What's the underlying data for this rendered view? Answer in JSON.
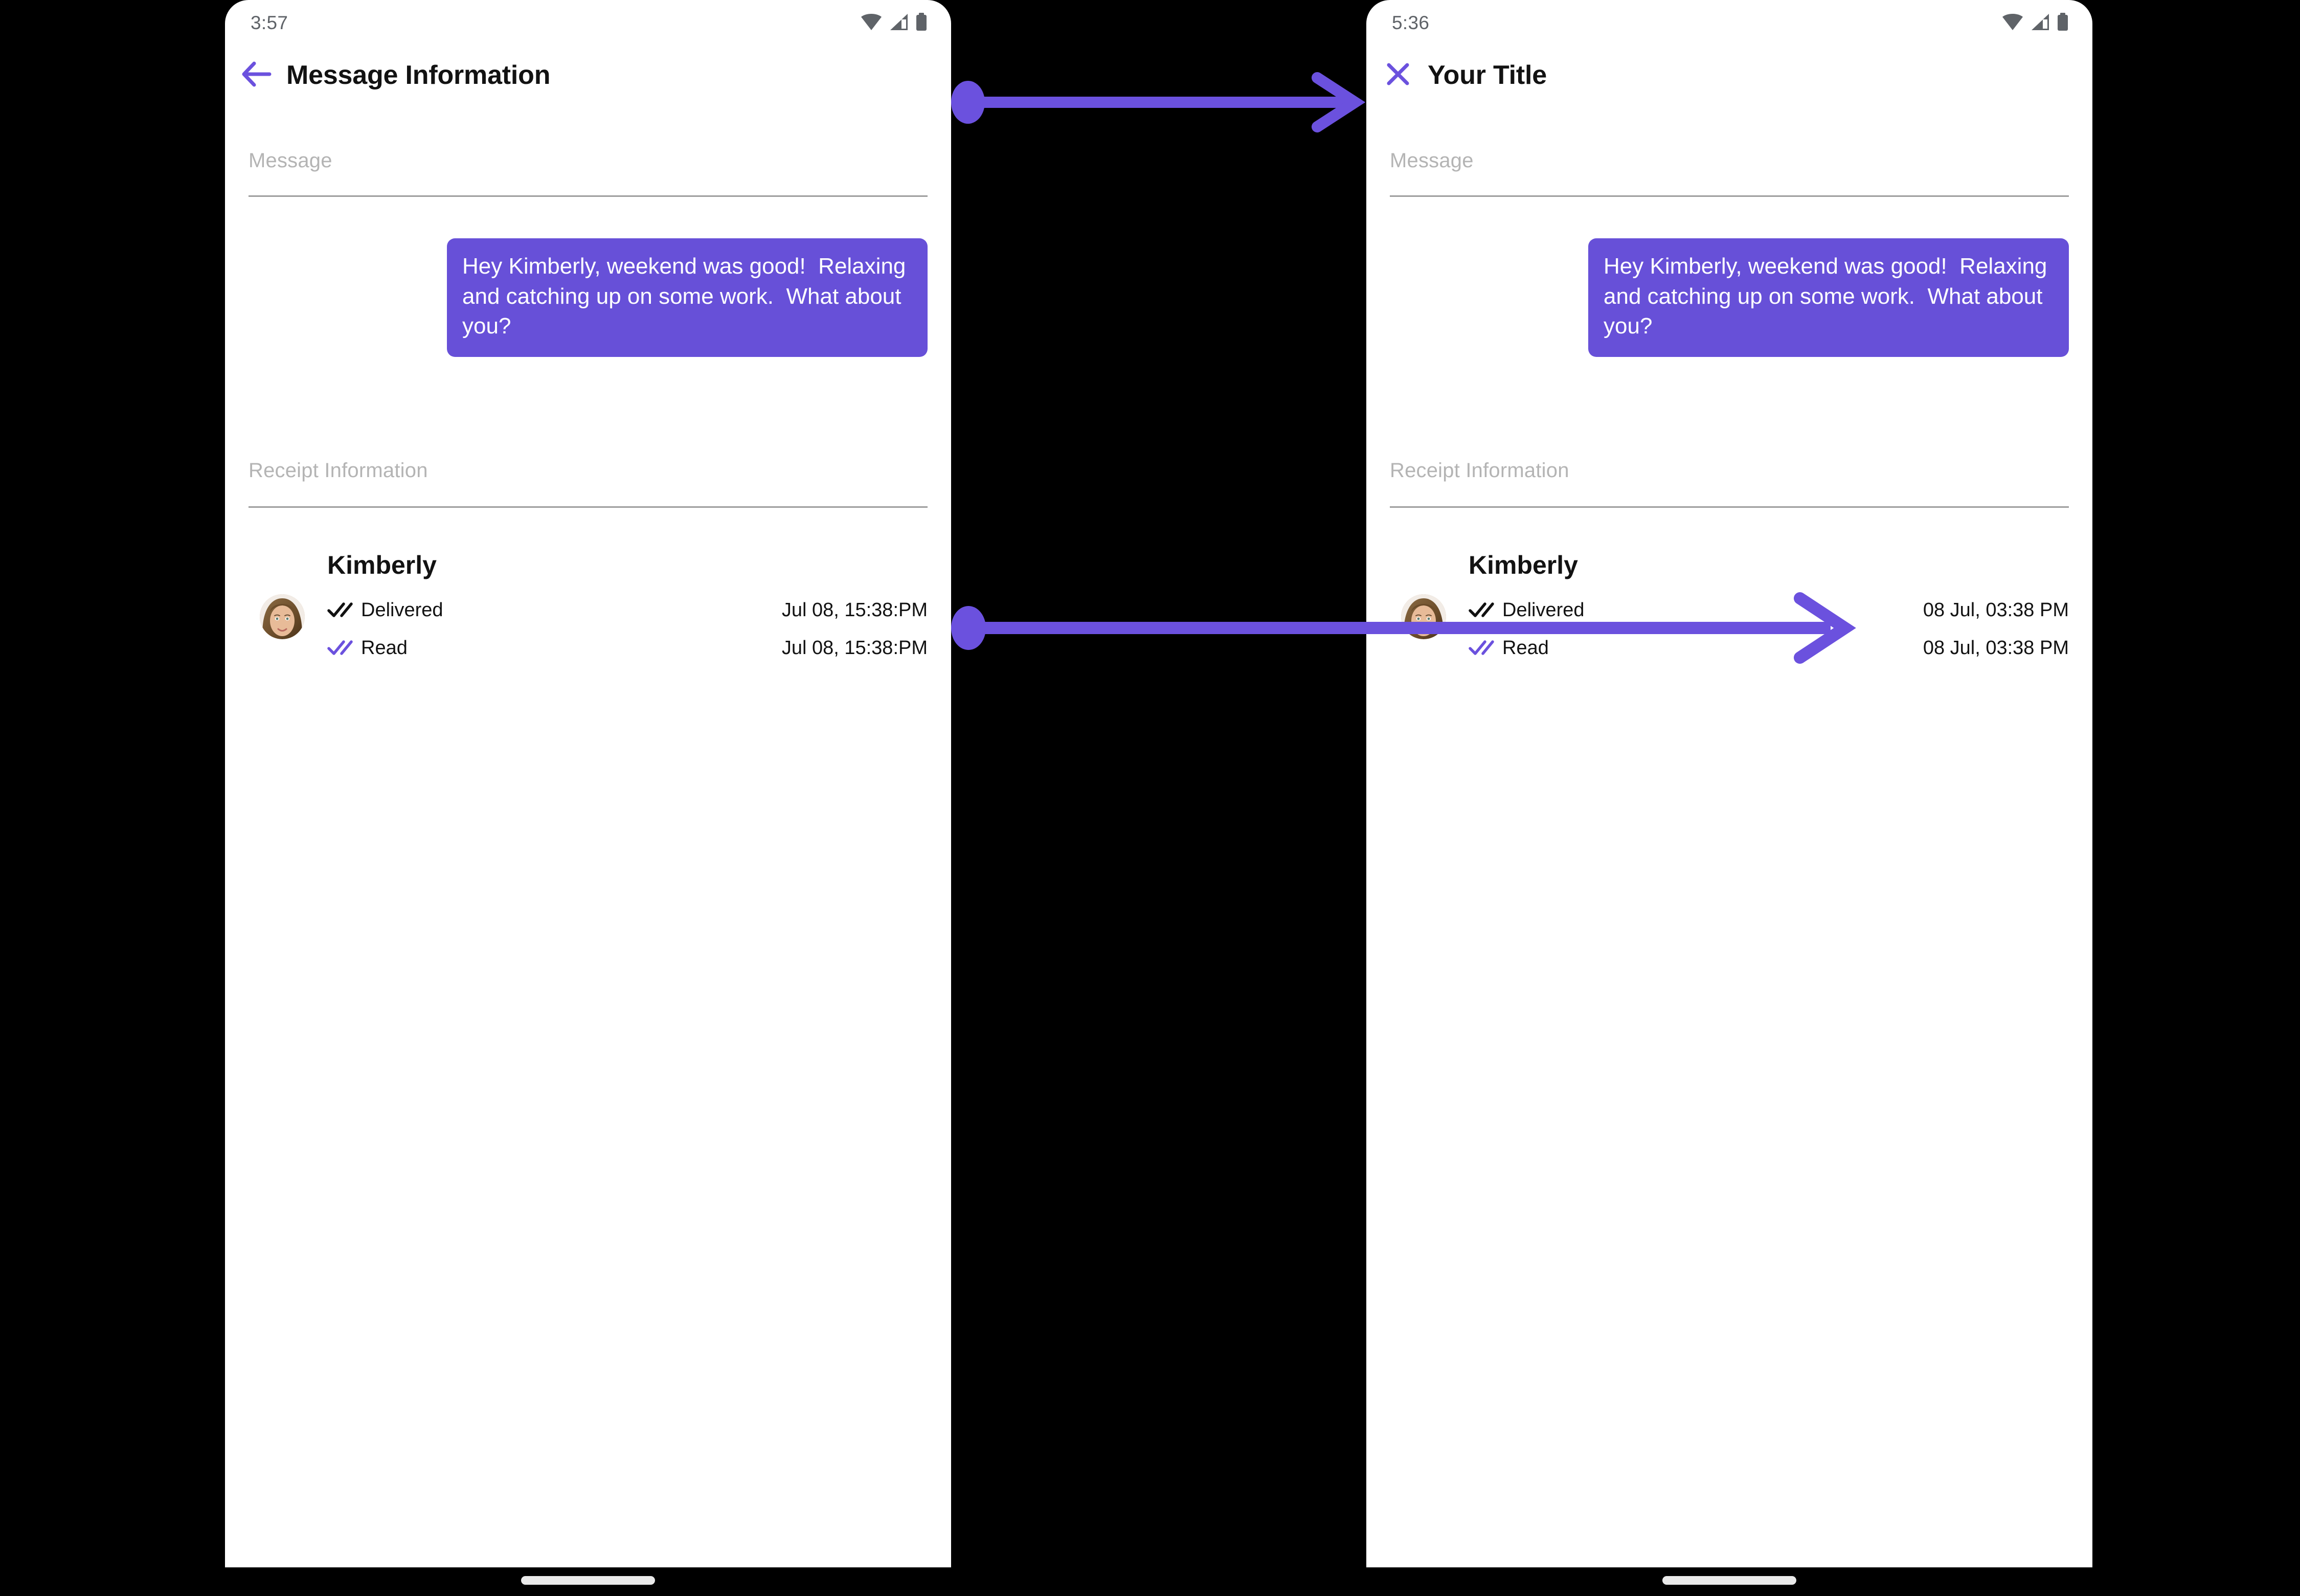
{
  "theme": {
    "accent": "#6B51DE",
    "bubble_bg": "#6750D8",
    "section_label_color": "#B4B4B4",
    "divider_color": "#9E9E9E",
    "status_icon_color": "#5F6368",
    "screen_bg": "#FFFFFF",
    "page_bg": "#000000",
    "home_indicator_color": "#E9E9E9"
  },
  "phones": [
    {
      "id": "left",
      "status_bar": {
        "time": "3:57",
        "icons": [
          "wifi-icon",
          "signal-icon",
          "battery-icon"
        ]
      },
      "app_bar": {
        "nav_icon": "back-arrow-icon",
        "title": "Message Information"
      },
      "message_section": {
        "label": "Message",
        "bubble_text": "Hey Kimberly, weekend was good!  Relaxing and catching up on some work.  What about you?"
      },
      "receipt_section": {
        "label": "Receipt Information",
        "contact_name": "Kimberly",
        "avatar": "contact-avatar",
        "rows": [
          {
            "icon": "double-check-delivered-icon",
            "status": "Delivered",
            "timestamp": "Jul 08, 15:38:PM"
          },
          {
            "icon": "double-check-read-icon",
            "status": "Read",
            "timestamp": "Jul 08, 15:38:PM"
          }
        ]
      },
      "home_indicator": true
    },
    {
      "id": "right",
      "status_bar": {
        "time": "5:36",
        "icons": [
          "wifi-icon",
          "signal-icon",
          "battery-icon"
        ]
      },
      "app_bar": {
        "nav_icon": "close-x-icon",
        "title": "Your Title"
      },
      "message_section": {
        "label": "Message",
        "bubble_text": "Hey Kimberly, weekend was good!  Relaxing and catching up on some work.  What about you?"
      },
      "receipt_section": {
        "label": "Receipt Information",
        "contact_name": "Kimberly",
        "avatar": "contact-avatar",
        "rows": [
          {
            "icon": "double-check-delivered-icon",
            "status": "Delivered",
            "timestamp": "08 Jul, 03:38 PM"
          },
          {
            "icon": "double-check-read-icon",
            "status": "Read",
            "timestamp": "08 Jul, 03:38 PM"
          }
        ]
      },
      "home_indicator": true
    }
  ],
  "annotations": [
    {
      "id": "top-arrow",
      "kind": "callout-arrow",
      "color": "#6B51DE",
      "points_to": "app-bar"
    },
    {
      "id": "bottom-arrow",
      "kind": "callout-arrow",
      "color": "#6B51DE",
      "points_to": "receipt-timestamps"
    }
  ]
}
